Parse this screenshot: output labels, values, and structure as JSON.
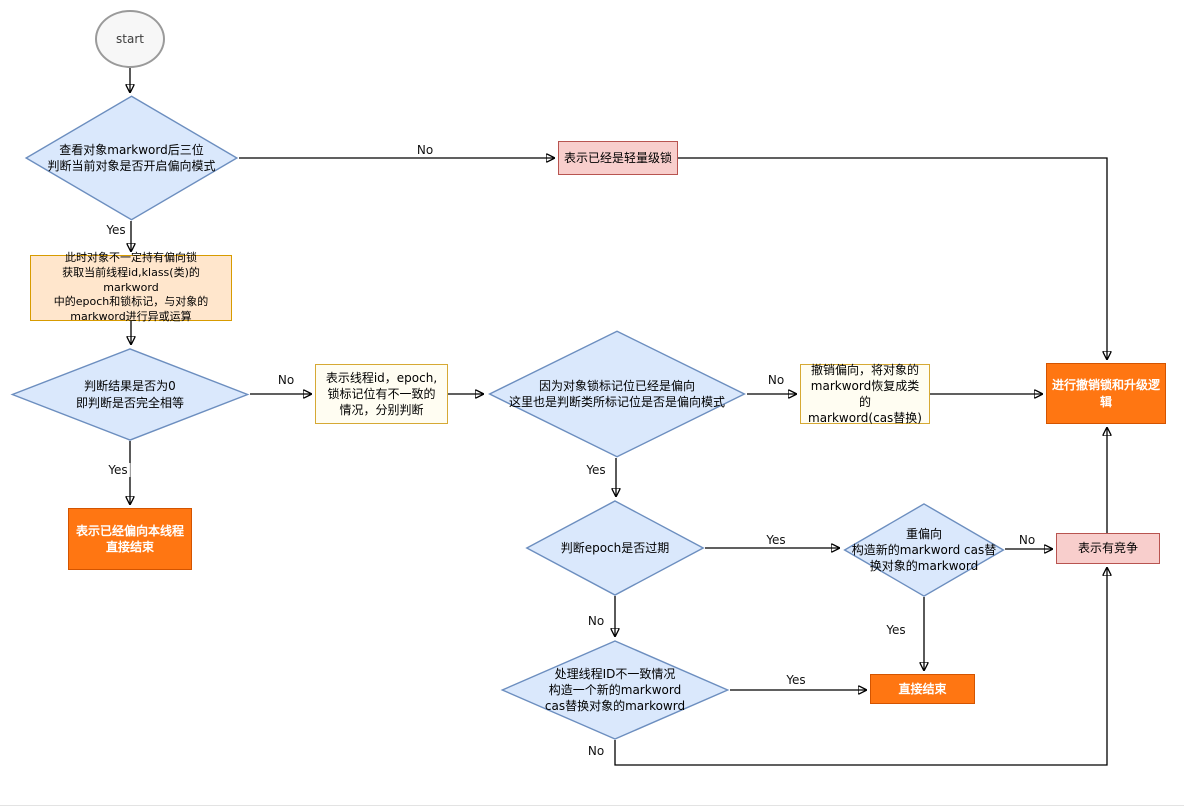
{
  "diagram": {
    "title": "biased-lock-flowchart",
    "nodes": {
      "start": {
        "label": "start",
        "type": "start"
      },
      "check_markword": {
        "label": "查看对象markword后三位\n判断当前对象是否开启偏向模式",
        "type": "decision"
      },
      "lightweight_lock": {
        "label": "表示已经是轻量级锁",
        "type": "result"
      },
      "xor_markword": {
        "label": "此时对象不一定持有偏向锁\n获取当前线程id,klass(类)的markword\n中的epoch和锁标记，与对象的\nmarkword进行异或运算",
        "type": "process"
      },
      "check_zero": {
        "label": "判断结果是否为0\n即判断是否完全相等",
        "type": "decision"
      },
      "inconsistent": {
        "label": "表示线程id，epoch,\n锁标记位有不一致的\n情况，分别判断",
        "type": "process"
      },
      "already_biased": {
        "label": "表示已经偏向本线程\n直接结束",
        "type": "terminal"
      },
      "check_class_bias": {
        "label": "因为对象锁标记位已经是偏向\n这里也是判断类所标记位是否是偏向模式",
        "type": "decision"
      },
      "revoke_bias": {
        "label": "撤销偏向，将对象的\nmarkword恢复成类的\nmarkword(cas替换)",
        "type": "process"
      },
      "revoke_upgrade": {
        "label": "进行撤销锁和升级逻辑",
        "type": "terminal"
      },
      "check_epoch": {
        "label": "判断epoch是否过期",
        "type": "decision"
      },
      "rebias": {
        "label": "重偏向\n构造新的markword cas替换对象的markword",
        "type": "decision"
      },
      "contention": {
        "label": "表示有竞争",
        "type": "result"
      },
      "direct_end": {
        "label": "直接结束",
        "type": "terminal"
      },
      "thread_id_mismatch": {
        "label": "处理线程ID不一致情况\n构造一个新的markword\ncas替换对象的markowrd",
        "type": "decision"
      }
    },
    "edges": [
      {
        "from": "start",
        "to": "check_markword",
        "label": ""
      },
      {
        "from": "check_markword",
        "to": "lightweight_lock",
        "label": "No"
      },
      {
        "from": "lightweight_lock",
        "to": "revoke_upgrade",
        "label": ""
      },
      {
        "from": "check_markword",
        "to": "xor_markword",
        "label": "Yes"
      },
      {
        "from": "xor_markword",
        "to": "check_zero",
        "label": ""
      },
      {
        "from": "check_zero",
        "to": "inconsistent",
        "label": "No"
      },
      {
        "from": "inconsistent",
        "to": "check_class_bias",
        "label": ""
      },
      {
        "from": "check_zero",
        "to": "already_biased",
        "label": "Yes"
      },
      {
        "from": "check_class_bias",
        "to": "revoke_bias",
        "label": "No"
      },
      {
        "from": "revoke_bias",
        "to": "revoke_upgrade",
        "label": ""
      },
      {
        "from": "check_class_bias",
        "to": "check_epoch",
        "label": "Yes"
      },
      {
        "from": "check_epoch",
        "to": "rebias",
        "label": "Yes"
      },
      {
        "from": "rebias",
        "to": "contention",
        "label": "No"
      },
      {
        "from": "contention",
        "to": "revoke_upgrade",
        "label": ""
      },
      {
        "from": "rebias",
        "to": "direct_end",
        "label": "Yes"
      },
      {
        "from": "check_epoch",
        "to": "thread_id_mismatch",
        "label": "No"
      },
      {
        "from": "thread_id_mismatch",
        "to": "direct_end",
        "label": "Yes"
      },
      {
        "from": "thread_id_mismatch",
        "to": "contention",
        "label": "No"
      }
    ],
    "colors": {
      "decision_fill": "#dae8fc",
      "decision_border": "#6c8ebf",
      "terminal_fill": "#ff7612",
      "terminal_text": "#ffffff",
      "result_fill": "#f8cecc",
      "result_border": "#b85450",
      "process_peach_fill": "#ffe6cc",
      "process_peach_border": "#d79b00",
      "process_yellow_border": "#d6a934",
      "line": "#000000"
    }
  }
}
